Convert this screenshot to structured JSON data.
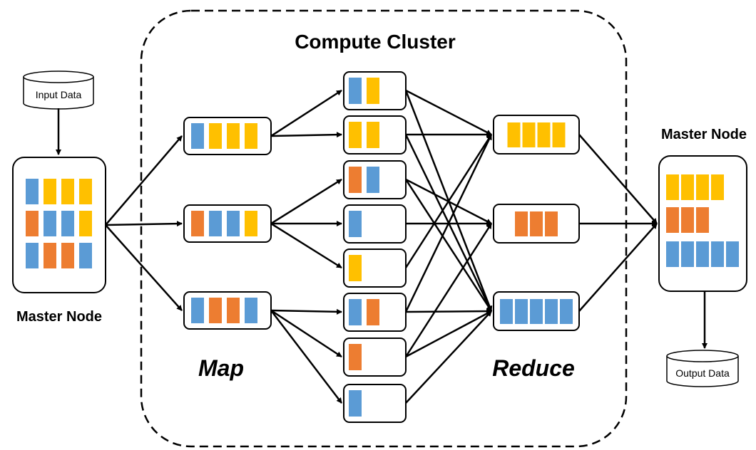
{
  "cluster": {
    "title": "Compute Cluster"
  },
  "input_store": {
    "label": "Input Data"
  },
  "output_store": {
    "label": "Output Data"
  },
  "master_left": {
    "label": "Master Node",
    "rows": [
      [
        "blue",
        "yellow",
        "yellow",
        "yellow"
      ],
      [
        "orange",
        "blue",
        "blue",
        "yellow"
      ],
      [
        "blue",
        "orange",
        "orange",
        "blue"
      ]
    ]
  },
  "master_right": {
    "label": "Master Node",
    "rows": [
      [
        "yellow",
        "yellow",
        "yellow",
        "yellow"
      ],
      [
        "orange",
        "orange",
        "orange"
      ],
      [
        "blue",
        "blue",
        "blue",
        "blue",
        "blue"
      ]
    ]
  },
  "phases": {
    "map_label": "Map",
    "reduce_label": "Reduce"
  },
  "mappers": [
    [
      "blue",
      "yellow",
      "yellow",
      "yellow"
    ],
    [
      "orange",
      "blue",
      "blue",
      "yellow"
    ],
    [
      "blue",
      "orange",
      "orange",
      "blue"
    ]
  ],
  "partitions": [
    [
      "blue",
      "yellow"
    ],
    [
      "yellow",
      "yellow"
    ],
    [
      "orange",
      "blue"
    ],
    [
      "blue"
    ],
    [
      "yellow"
    ],
    [
      "blue",
      "orange"
    ],
    [
      "orange"
    ],
    [
      "blue"
    ]
  ],
  "reducers": [
    [
      "yellow",
      "yellow",
      "yellow",
      "yellow"
    ],
    [
      "orange",
      "orange",
      "orange"
    ],
    [
      "blue",
      "blue",
      "blue",
      "blue",
      "blue"
    ]
  ],
  "colors": {
    "blue": "#5B9BD5",
    "yellow": "#FFC000",
    "orange": "#ED7D31"
  }
}
